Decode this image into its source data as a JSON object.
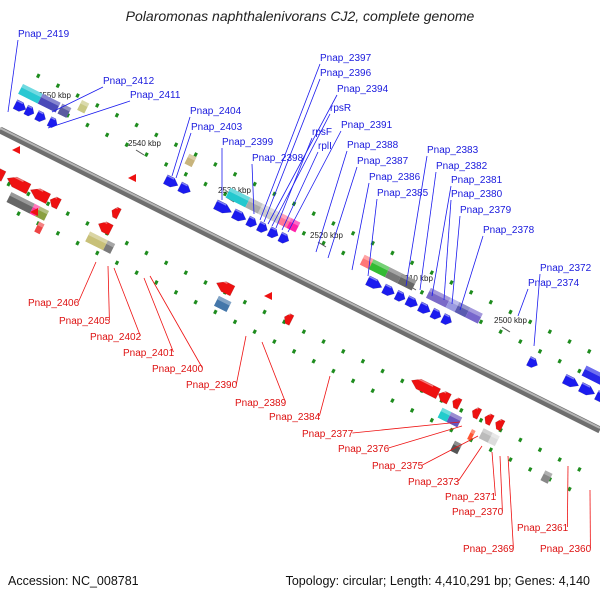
{
  "title": "Polaromonas naphthalenivorans CJ2, complete genome",
  "footer": {
    "accession": "Accession: NC_008781",
    "summary": "Topology: circular; Length: 4,410,291 bp; Genes: 4,140"
  },
  "colors": {
    "forward": "#1a1aee",
    "reverse": "#ee1111",
    "backbone": "#888888"
  },
  "kbp_marks": [
    "2550 kbp",
    "2540 kbp",
    "2530 kbp",
    "2520 kbp",
    "2510 kbp",
    "2500 kbp"
  ],
  "top_labels": [
    "Pnap_2419",
    "Pnap_2412",
    "Pnap_2411",
    "Pnap_2404",
    "Pnap_2403",
    "Pnap_2399",
    "Pnap_2398",
    "Pnap_2397",
    "Pnap_2396",
    "Pnap_2394",
    "rpsR",
    "rpsF",
    "rplI",
    "Pnap_2391",
    "Pnap_2388",
    "Pnap_2387",
    "Pnap_2386",
    "Pnap_2385",
    "Pnap_2383",
    "Pnap_2382",
    "Pnap_2381",
    "Pnap_2380",
    "Pnap_2379",
    "Pnap_2378",
    "Pnap_2374",
    "Pnap_2372"
  ],
  "bottom_labels": [
    "Pnap_2406",
    "Pnap_2405",
    "Pnap_2402",
    "Pnap_2401",
    "Pnap_2400",
    "Pnap_2390",
    "Pnap_2389",
    "Pnap_2384",
    "Pnap_2377",
    "Pnap_2376",
    "Pnap_2375",
    "Pnap_2373",
    "Pnap_2371",
    "Pnap_2370",
    "Pnap_2369",
    "Pnap_2361",
    "Pnap_2360"
  ]
}
